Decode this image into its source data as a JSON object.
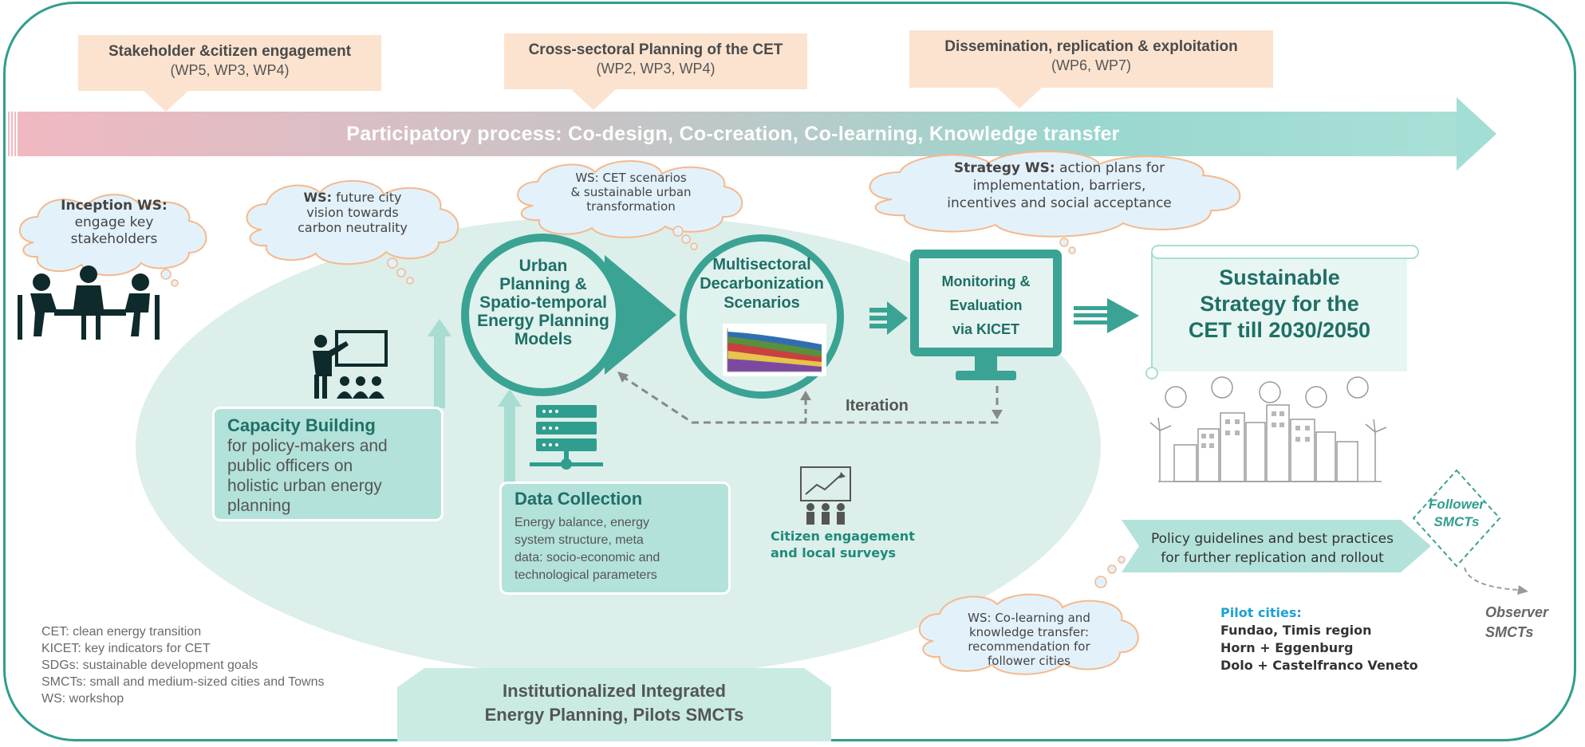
{
  "wp_boxes": [
    {
      "title": "Stakeholder &citizen engagement",
      "wps": "(WP5, WP3, WP4)"
    },
    {
      "title": "Cross-sectoral  Planning of the CET",
      "wps": "(WP2, WP3, WP4)"
    },
    {
      "title": "Dissemination, replication & exploitation",
      "wps": "(WP6, WP7)"
    }
  ],
  "banner": "Participatory  process: Co-design,  Co-creation,  Co-learning,  Knowledge transfer",
  "clouds": {
    "inception_bold": "Inception WS:",
    "inception_l2": "engage key",
    "inception_l3": "stakeholders",
    "future_bold": "WS:",
    "future_l1": " future city",
    "future_l2": "vision towards",
    "future_l3": "carbon neutrality",
    "cet_l1": "WS: CET scenarios",
    "cet_l2": "& sustainable urban",
    "cet_l3": "transformation",
    "strategy_bold": "Strategy WS:",
    "strategy_l1": " action plans for",
    "strategy_l2": "implementation, barriers,",
    "strategy_l3": "incentives and social acceptance",
    "colearn_l1": "WS: Co-learning and",
    "colearn_l2": "knowledge transfer:",
    "colearn_l3": "recommendation for",
    "colearn_l4": "follower cities"
  },
  "urban_planning": {
    "l1": "Urban",
    "l2": "Planning &",
    "l3": "Spatio-temporal",
    "l4": "Energy Planning",
    "l5": "Models"
  },
  "multisectoral": {
    "l1": "Multisectoral",
    "l2": "Decarbonization",
    "l3": "Scenarios"
  },
  "monitoring": {
    "l1": "Monitoring &",
    "l2": "Evaluation",
    "l3": "via KICET"
  },
  "iteration": "Iteration",
  "strategy_scroll": {
    "l1": "Sustainable",
    "l2": "Strategy for the",
    "l3": "CET till 2030/2050"
  },
  "capacity": {
    "title": "Capacity Building",
    "l1": "for policy-makers and",
    "l2": "public officers on",
    "l3": "holistic urban energy",
    "l4": "planning"
  },
  "data_collection": {
    "title": "Data Collection",
    "l1": "Energy balance, energy",
    "l2": "system structure, meta",
    "l3": "data: socio-economic and",
    "l4": "technological parameters"
  },
  "citizen": {
    "l1": "Citizen engagement",
    "l2": "and local surveys"
  },
  "policy": {
    "l1": "Policy guidelines and best practices",
    "l2": "for further replication and rollout"
  },
  "follower": {
    "l1": "Follower",
    "l2": "SMCTs"
  },
  "observer": {
    "l1": "Observer",
    "l2": "SMCTs"
  },
  "pilot": {
    "title": "Pilot cities:",
    "l1": "Fundao, Timis region",
    "l2": "Horn + Eggenburg",
    "l3": "Dolo + Castelfranco Veneto"
  },
  "legend": [
    "CET: clean energy transition",
    "KICET: key indicators for CET",
    "SDGs: sustainable development goals",
    "SMCTs: small and medium-sized cities and Towns",
    "WS: workshop"
  ],
  "institutional": {
    "l1": "Institutionalized  Integrated",
    "l2": "Energy Planning, Pilots SMCTs"
  },
  "colors": {
    "teal": "#2f9e8e",
    "mint": "#a8ddd2",
    "peach": "#fbe3cf",
    "cloud": "#e3f1fa",
    "cloud_border": "#f5b98c"
  }
}
